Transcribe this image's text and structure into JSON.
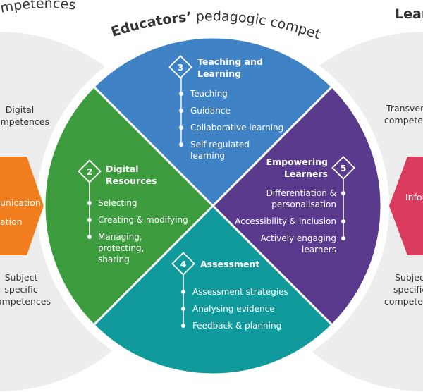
{
  "top_left_arc_text": "al competences",
  "top_center_title": {
    "bold": "Educators’",
    "regular": " pedagogic competences"
  },
  "top_right_arc_text": "Lear",
  "left_panel": {
    "digital_line1": "Digital",
    "digital_line2": "competences",
    "orange_line1": "unication",
    "orange_line2": "ation",
    "subject_line1": "Subject",
    "subject_line2": "specific",
    "subject_line3": "competences"
  },
  "right_panel": {
    "transversal_line1": "Transvers",
    "transversal_line2": "competen",
    "red_label": "Infor",
    "subject_line1": "Subjec",
    "subject_line2": "specific",
    "subject_line3": "competen"
  },
  "quadrants": {
    "teaching": {
      "number": "3",
      "title_line1": "Teaching and",
      "title_line2": "Learning",
      "items": [
        "Teaching",
        "Guidance",
        "Collaborative learning",
        "Self-regulated",
        "learning"
      ]
    },
    "resources": {
      "number": "2",
      "title_line1": "Digital",
      "title_line2": "Resources",
      "items": [
        "Selecting",
        "Creating & modifying",
        "Managing,",
        "protecting,",
        "sharing"
      ]
    },
    "empowering": {
      "number": "5",
      "title_line1": "Empowering",
      "title_line2": "Learners",
      "items": [
        "Differentiation &",
        "personalisation",
        "Accessibility & inclusion",
        "Actively engaging",
        "learners"
      ]
    },
    "assessment": {
      "number": "4",
      "title": "Assessment",
      "items": [
        "Assessment strategies",
        "Analysing evidence",
        "Feedback & planning"
      ]
    }
  },
  "colors": {
    "teaching": "#3f82c6",
    "resources": "#3d9d3e",
    "empowering": "#5a3a8d",
    "assessment": "#119a9b",
    "orange": "#f07d1e",
    "red": "#d93c5d",
    "side_circle": "#ededee"
  }
}
